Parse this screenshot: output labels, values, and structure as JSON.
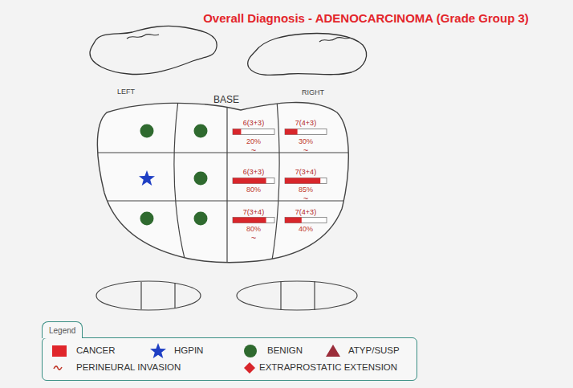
{
  "diagram": {
    "title": "Overall Diagnosis - ADENOCARCINOMA (Grade Group 3)",
    "nodes": [
      {
        "text": [
          "Legend"
        ]
      }
    ],
    "labels": [
      "LEFT",
      "BASE",
      "RIGHT",
      "6(3+3)",
      "20%",
      "~",
      "7(4+3)",
      "30%",
      "~",
      "6(3+3)",
      "80%",
      "7(3+4)",
      "85%",
      "~",
      "7(3+4)",
      "80%",
      "~",
      "7(4+3)",
      "40%"
    ],
    "legend": [
      {
        "text": "CANCER",
        "color": "#e0262b"
      },
      {
        "text": "HGPIN"
      },
      {
        "text": "BENIGN",
        "color": "#2f6a2f"
      },
      {
        "text": "ATYP/SUSP"
      },
      {
        "text": "PERINEURAL INVASION"
      },
      {
        "text": "EXTRAPROSTATIC EXTENSION"
      }
    ]
  }
}
